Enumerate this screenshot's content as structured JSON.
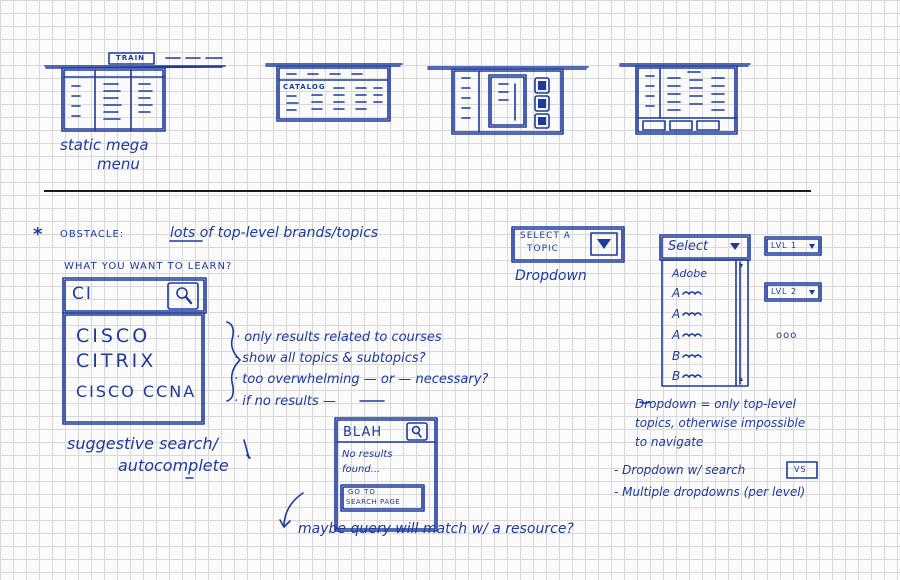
{
  "top_sketches": {
    "train_tab": "TRAIN",
    "catalog_label": "CATALOG",
    "caption_line1": "static mega",
    "caption_line2": "menu"
  },
  "obstacle": {
    "star": "*",
    "label": "OBSTACLE:",
    "text": "lots of top-level brands/topics"
  },
  "search": {
    "prompt": "WHAT YOU WANT TO LEARN?",
    "query": "CI",
    "results": [
      "CISCO",
      "CITRIX",
      "CISCO CCNA"
    ],
    "caption_line1": "suggestive search/",
    "caption_line2": "autocomplete"
  },
  "notes": [
    "· only results related to courses",
    "· show all topics & subtopics?",
    "· too overwhelming — or — necessary?",
    "· if no results —"
  ],
  "no_results": {
    "query": "BLAH",
    "message_line1": "No results",
    "message_line2": "found...",
    "button_line1": "GO TO",
    "button_line2": "SEARCH PAGE",
    "note": "maybe query will match w/ a resource?"
  },
  "dropdown": {
    "label_line1": "SELECT A",
    "label_line2": "TOPIC",
    "caption": "Dropdown"
  },
  "select_list": {
    "header": "Select",
    "items": [
      "Adobe",
      "A",
      "A",
      "A",
      "B",
      "B"
    ],
    "level1": "LVL 1",
    "level2": "LVL 2",
    "more": "ooo"
  },
  "dropdown_notes": {
    "line1": "Dropdown = only top-level",
    "line2": "topics, otherwise impossible",
    "line3": "to navigate",
    "bullet1": "- Dropdown w/ search",
    "vs": "VS",
    "bullet2": "- Multiple dropdowns (per level)"
  }
}
